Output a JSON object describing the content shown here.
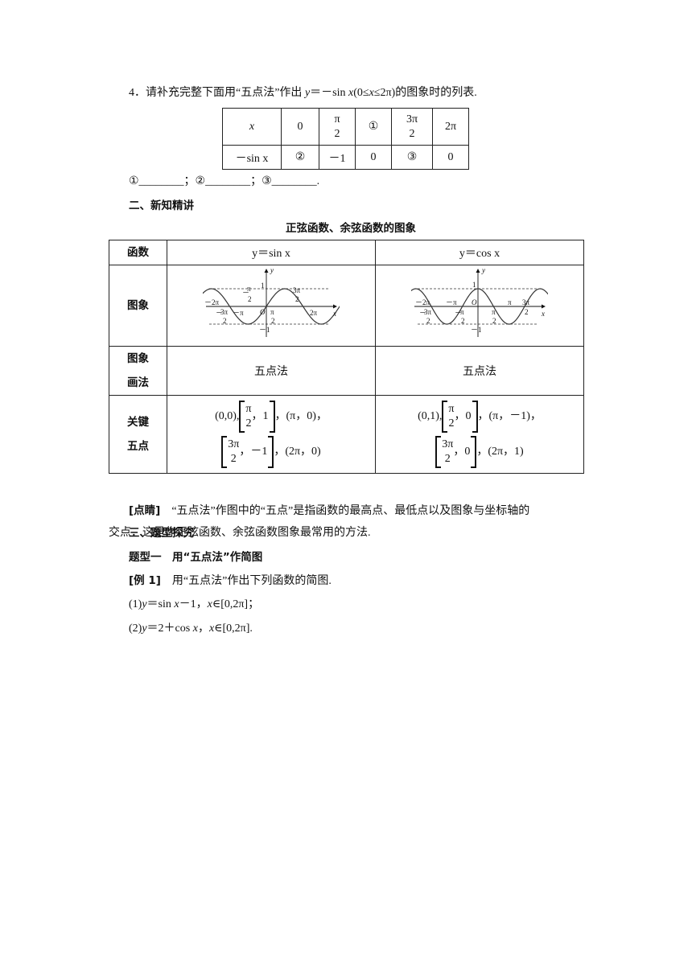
{
  "q4": {
    "text_a": "4．请补充完整下面用“五点法”作出 ",
    "text_y": "y",
    "text_b": "＝－sin ",
    "text_x": "x",
    "text_c": "(0≤",
    "text_x2": "x",
    "text_d": "≤2π)的图象时的列表."
  },
  "table1": {
    "row1": {
      "label": "x",
      "c0": "0",
      "c1_num": "π",
      "c1_den": "2",
      "c2": "①",
      "c3_num": "3π",
      "c3_den": "2",
      "c4": "2π"
    },
    "row2": {
      "label": "－sin x",
      "c0": "②",
      "c1": "－1",
      "c2": "0",
      "c3": "③",
      "c4": "0"
    }
  },
  "blanks": "①________；②________；③________.",
  "section2": "二、新知精讲",
  "table_title": "正弦函数、余弦函数的图象",
  "table2": {
    "header": {
      "col0": "函数",
      "col1": "y＝sin x",
      "col2": "y＝cos x"
    },
    "graph_label": "图象",
    "method_label_1": "图象",
    "method_label_2": "画法",
    "method_sin": "五点法",
    "method_cos": "五点法",
    "points_label_1": "关键",
    "points_label_2": "五点",
    "sin_points": {
      "p1": "(0,0),",
      "p2_num": "π",
      "p2_den": "2",
      "p2_y": "，1",
      "p3": "，(π，0)，",
      "p4_num": "3π",
      "p4_den": "2",
      "p4_y": "，－1",
      "p5": "，(2π，0)"
    },
    "cos_points": {
      "p1": "(0,1),",
      "p2_num": "π",
      "p2_den": "2",
      "p2_y": "，0",
      "p3": "，(π，－1)，",
      "p4_num": "3π",
      "p4_den": "2",
      "p4_y": "，0",
      "p5": "，(2π，1)"
    },
    "sin_graph": {
      "y_label": "y",
      "x_label": "x",
      "one": "1",
      "neg_one": "－1",
      "origin": "O",
      "neg_2pi": "－2π",
      "neg_pi": "－π",
      "pi_num": "π",
      "pi_den": "2",
      "three_pi_num": "3π",
      "three_pi_den": "2",
      "two_pi": "2π",
      "neg_sign": "－"
    },
    "cos_graph": {
      "y_label": "y",
      "x_label": "x",
      "one": "1",
      "neg_one": "－1",
      "origin": "O",
      "neg_2pi": "－2π",
      "neg_pi": "－π",
      "pi": "π",
      "pi_num": "π",
      "pi_den": "2",
      "three_pi_num": "3π",
      "three_pi_den": "2",
      "neg_sign": "－"
    }
  },
  "note": {
    "tag": "[点睛]",
    "text1": "　“五点法”作图中的“五点”是指函数的最高点、最低点以及图象与坐标轴的",
    "text2": "交点．这是作正弦函数、余弦函数图象最常用的方法."
  },
  "section3": "三、题型探究",
  "type1": "题型一　用“五点法”作简图",
  "example": {
    "tag": "[例 1]",
    "text": "　用“五点法”作出下列函数的简图."
  },
  "item1": {
    "a": "(1)",
    "y": "y",
    "b": "＝sin ",
    "x": "x",
    "c": "－1，",
    "x2": "x",
    "d": "∈[0,2π]；"
  },
  "item2": {
    "a": "(2)",
    "y": "y",
    "b": "＝2＋cos ",
    "x": "x",
    "c": "，",
    "x2": "x",
    "d": "∈[0,2π]."
  }
}
